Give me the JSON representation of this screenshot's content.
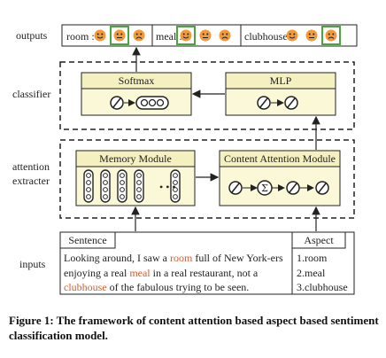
{
  "row_labels": {
    "outputs": "outputs",
    "classifier": "classifier",
    "attention": [
      "attention",
      "extracter"
    ],
    "inputs": "inputs"
  },
  "outputs": [
    {
      "label": "room :",
      "selected_index": 1
    },
    {
      "label": "meal :",
      "selected_index": 0
    },
    {
      "label": "clubhouse :",
      "selected_index": 2
    }
  ],
  "classifier": {
    "softmax": "Softmax",
    "mlp": "MLP"
  },
  "attention": {
    "memory": "Memory Module",
    "content": "Content Attention Module"
  },
  "inputs": {
    "sentence_header": "Sentence",
    "aspect_header": "Aspect",
    "sentence_parts": [
      {
        "text": "Looking around, I saw a ",
        "hl": false
      },
      {
        "text": "room",
        "hl": true
      },
      {
        "text": " full of New York-ers enjoying a real ",
        "hl": false
      },
      {
        "text": "meal",
        "hl": true
      },
      {
        "text": " in a real restaurant, not a ",
        "hl": false
      },
      {
        "text": "clubhouse",
        "hl": true
      },
      {
        "text": " of the fabulous trying to be seen.",
        "hl": false
      }
    ],
    "aspects": [
      "1.room",
      "2.meal",
      "3.clubhouse"
    ]
  },
  "caption": "Figure 1: The framework of content attention based aspect based sentiment classification model.",
  "colors": {
    "module_fill": "#fbf8d8",
    "header_fill": "#f4f0c0",
    "face": "#f29a3a",
    "selection": "#4aa63c",
    "highlight": "#e05a2b"
  }
}
